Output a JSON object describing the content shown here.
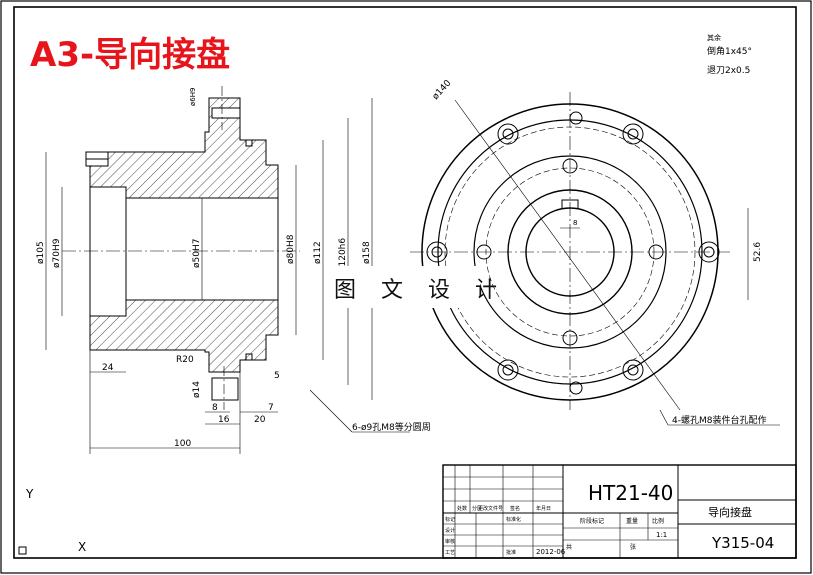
{
  "title": "A3-导向接盘",
  "watermark": "图 文 设 计",
  "notes": {
    "heading": "其余",
    "line1": "倒角1x45°",
    "line2": "退刀2x0.5"
  },
  "section_view": {
    "dims": {
      "d105": "ø105",
      "d70": "ø70H9",
      "d50": "ø50H7",
      "d80": "ø80H8",
      "d112": "ø112",
      "d120": "ø120h6",
      "d158": "ø158",
      "d6": "ø6H9",
      "len24": "24",
      "len100": "100",
      "len8": "8",
      "len16": "16",
      "len20": "20",
      "len7": "7",
      "len5": "5",
      "r20": "R20",
      "d14": "ø14"
    },
    "callout": "6-ø9孔M8等分圆周"
  },
  "end_view": {
    "d140": "ø140",
    "dim_526": "52.6",
    "dim_8": "8",
    "callout": "4-螺孔M8装件台孔配作"
  },
  "title_block": {
    "drawing_no": "HT21-40",
    "part_name": "导向接盘",
    "code": "Y315-04",
    "scale": "1:1",
    "date": "2012-06",
    "row_labels": [
      "标记",
      "设计",
      "审核",
      "工艺"
    ],
    "col_labels": [
      "处数",
      "分区",
      "更改文件号",
      "签名",
      "年月日"
    ],
    "stage_label": "阶段标记",
    "weight_label": "重量",
    "scale_label": "比例",
    "sheet_label": "共",
    "sheet_label2": "张",
    "standard_label": "标准化",
    "approve_label": "批准"
  },
  "ucs": {
    "y": "Y",
    "x": "X"
  }
}
